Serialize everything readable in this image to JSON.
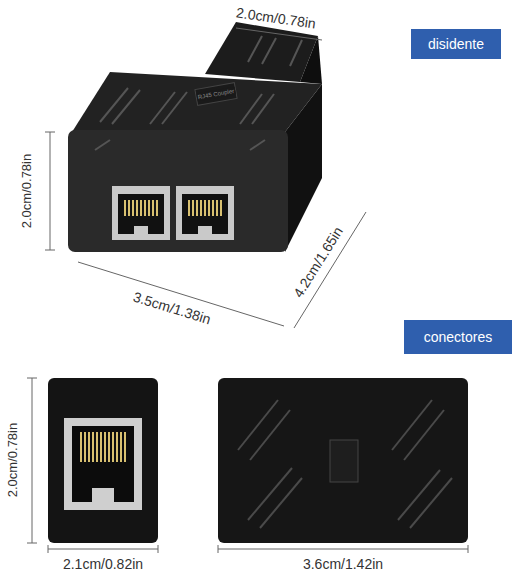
{
  "diagram": {
    "nodes": [
      {
        "text": [
          "disidente"
        ]
      },
      {
        "text": [
          "conectores"
        ]
      }
    ],
    "labels": [
      "2.0cm/0.78in",
      "RJ45 Coupler",
      "2.0cm/0.78in",
      "3.5cm/1.38in",
      "4.2cm/1.65in",
      "2.0cm/0.78in",
      "2.1cm/0.82in",
      "3.6cm/1.42in"
    ]
  }
}
